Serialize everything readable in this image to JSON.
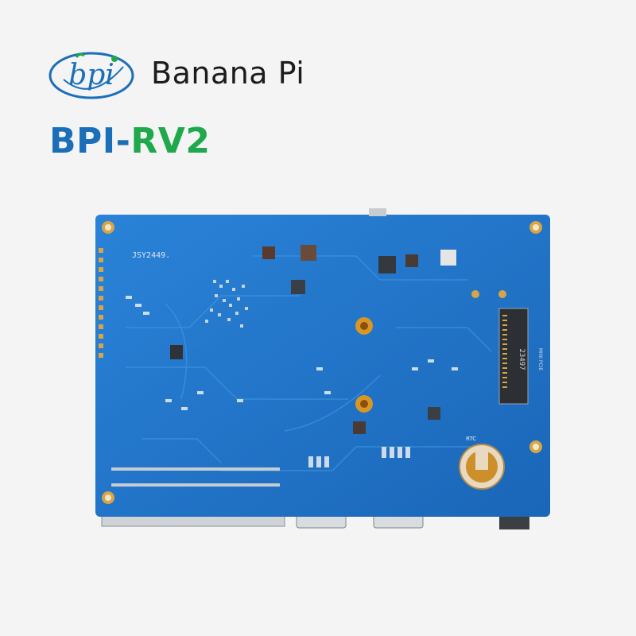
{
  "brand": {
    "logo_text": "bpi",
    "name": "Banana Pi"
  },
  "product": {
    "model_prefix": "BPI-",
    "model_suffix": "RV2"
  },
  "board": {
    "silkscreen_id": "JSY2449.",
    "slot_code": "23497",
    "slot_label": "MINI PCIE",
    "rtc_label": "RTC"
  },
  "colors": {
    "board_blue": "#1e73c9",
    "title_blue": "#1b6fb8",
    "title_green": "#1fa84c",
    "background": "#f4f4f4"
  }
}
